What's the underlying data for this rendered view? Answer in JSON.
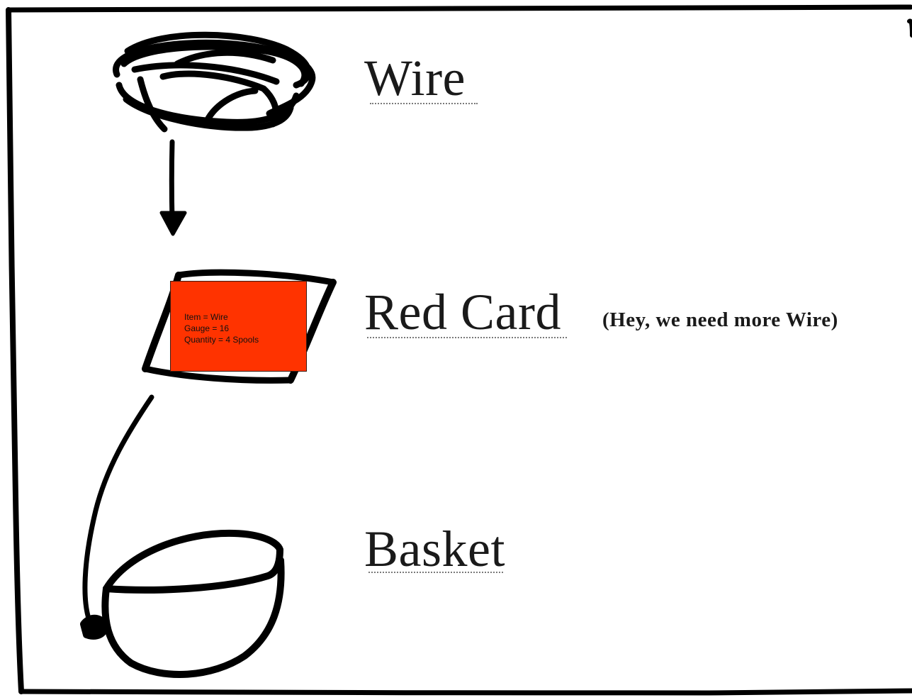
{
  "labels": {
    "wire": "Wire",
    "red_card": "Red Card",
    "basket": "Basket",
    "red_card_note": "(Hey, we need more Wire)"
  },
  "card": {
    "line1": "Item = Wire",
    "line2": "Gauge = 16",
    "line3": "Quantity = 4 Spools"
  },
  "colors": {
    "card_fill": "#ff3300",
    "ink": "#000000"
  },
  "icons": {
    "wire": "wire-coil-icon",
    "card": "red-card-icon",
    "basket": "basket-icon",
    "arrow": "down-arrow-icon"
  }
}
